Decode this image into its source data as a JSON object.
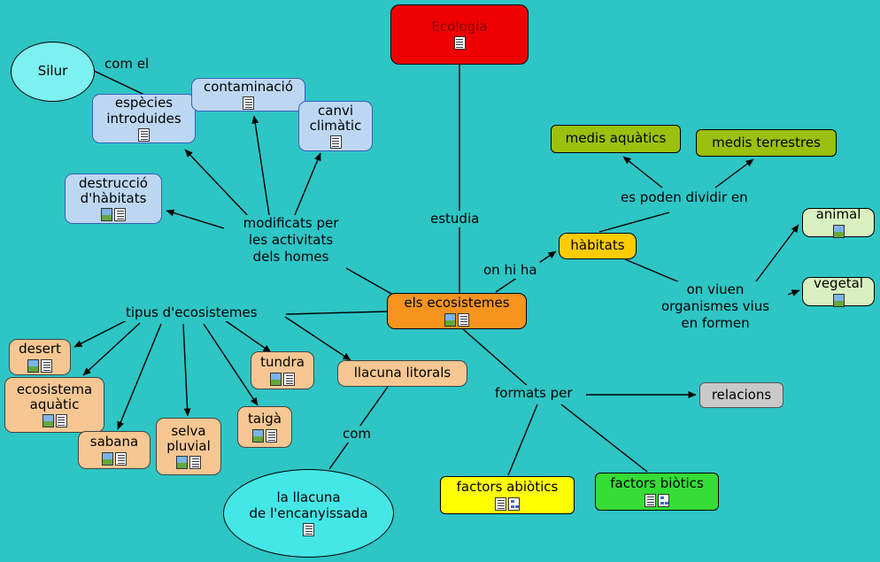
{
  "background_color": "#2ec5c5",
  "nodes": {
    "ecologia": {
      "label": "Ecologia",
      "color": "#ee0000",
      "text_color": "#8b0000",
      "icons": [
        "document-icon"
      ]
    },
    "silur": {
      "label": "Silur",
      "color": "#7df0f0",
      "icons": []
    },
    "especies": {
      "label": "espècies\nintroduides",
      "color": "#bdd7f2",
      "icons": [
        "document-icon"
      ]
    },
    "contaminacio": {
      "label": "contaminació",
      "color": "#bdd7f2",
      "icons": [
        "document-icon"
      ]
    },
    "canvi": {
      "label": "canvi\nclimàtic",
      "color": "#bdd7f2",
      "icons": [
        "document-icon"
      ]
    },
    "destruccio": {
      "label": "destrucció\nd'hàbitats",
      "color": "#bdd7f2",
      "icons": [
        "image-icon",
        "document-icon"
      ]
    },
    "ecosistemes": {
      "label": "els ecosistemes",
      "color": "#f7941e",
      "icons": [
        "image-icon",
        "document-icon"
      ]
    },
    "habitats": {
      "label": "hàbitats",
      "color": "#ffcc00",
      "icons": []
    },
    "medisaquatics": {
      "label": "medis aquàtics",
      "color": "#9cc00e",
      "icons": []
    },
    "medisterrestres": {
      "label": "medis terrestres",
      "color": "#9cc00e",
      "icons": []
    },
    "animal": {
      "label": "animal",
      "color": "#d8f0c0",
      "icons": [
        "image-icon"
      ]
    },
    "vegetal": {
      "label": "vegetal",
      "color": "#d8f0c0",
      "icons": [
        "image-icon"
      ]
    },
    "desert": {
      "label": "desert",
      "color": "#f6c793",
      "icons": [
        "image-icon",
        "document-icon"
      ]
    },
    "ecoaquatic": {
      "label": "ecosistema\naquàtic",
      "color": "#f6c793",
      "icons": [
        "image-icon",
        "document-icon"
      ]
    },
    "sabana": {
      "label": "sabana",
      "color": "#f6c793",
      "icons": [
        "image-icon",
        "document-icon"
      ]
    },
    "selva": {
      "label": "selva\npluvial",
      "color": "#f6c793",
      "icons": [
        "image-icon",
        "document-icon"
      ]
    },
    "taiga": {
      "label": "taigà",
      "color": "#f6c793",
      "icons": [
        "image-icon",
        "document-icon"
      ]
    },
    "tundra": {
      "label": "tundra",
      "color": "#f6c793",
      "icons": [
        "image-icon",
        "document-icon"
      ]
    },
    "llacunalit": {
      "label": "llacuna litorals",
      "color": "#f6c793",
      "icons": []
    },
    "encanyissada": {
      "label": "la llacuna\nde l'encanyissada",
      "color": "#45e6e6",
      "icons": [
        "document-icon"
      ]
    },
    "relacions": {
      "label": "relacions",
      "color": "#c9c9c9",
      "icons": []
    },
    "fabiotics": {
      "label": "factors abiòtics",
      "color": "#ffff00",
      "icons": [
        "document-icon",
        "diagram-icon"
      ]
    },
    "fbiotics": {
      "label": "factors biòtics",
      "color": "#35dd35",
      "icons": [
        "document-icon",
        "diagram-icon"
      ]
    }
  },
  "links": {
    "com_el": "com el",
    "estudia": "estudia",
    "modificats": "modificats per\nles activitats\ndels homes",
    "on_hi_ha": "on hi ha",
    "es_poden": "es poden dividir en",
    "on_viuen": "on viuen\norganismes vius\nen formen",
    "tipus": "tipus d'ecosistemes",
    "com": "com",
    "formats_per": "formats per"
  }
}
